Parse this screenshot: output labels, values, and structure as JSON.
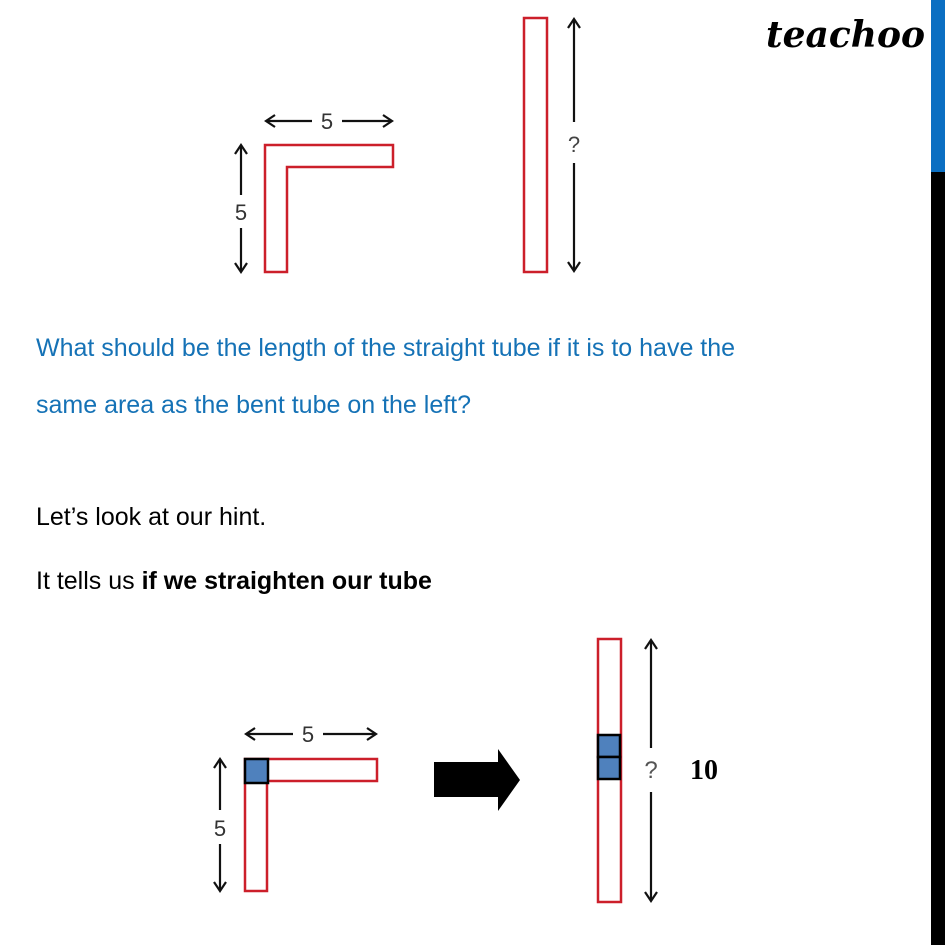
{
  "brand": {
    "logo_text": "teachoo"
  },
  "sidebar": {
    "accent_color": "#0b6fc2",
    "bar_color": "#000000"
  },
  "figure_top": {
    "bent_tube": {
      "width_label": "5",
      "height_label": "5",
      "outline_color": "#cc1f2a"
    },
    "straight_tube": {
      "length_label": "?",
      "outline_color": "#cc1f2a"
    }
  },
  "question": {
    "line1": "What should be the length of the straight tube if it is to have the",
    "line2": "same area as the bent tube on the left?",
    "color": "#1572b6"
  },
  "explanation": {
    "line1": "Let’s look at our hint.",
    "line2_prefix": "It tells us ",
    "line2_bold": "if we straighten our tube"
  },
  "figure_bottom": {
    "bent_tube": {
      "width_label": "5",
      "height_label": "5",
      "highlight_color": "#4f81bd"
    },
    "transform_arrow": "right-arrow",
    "straight_tube": {
      "length_label": "?",
      "answer_label": "10",
      "highlight_color": "#4f81bd"
    }
  }
}
